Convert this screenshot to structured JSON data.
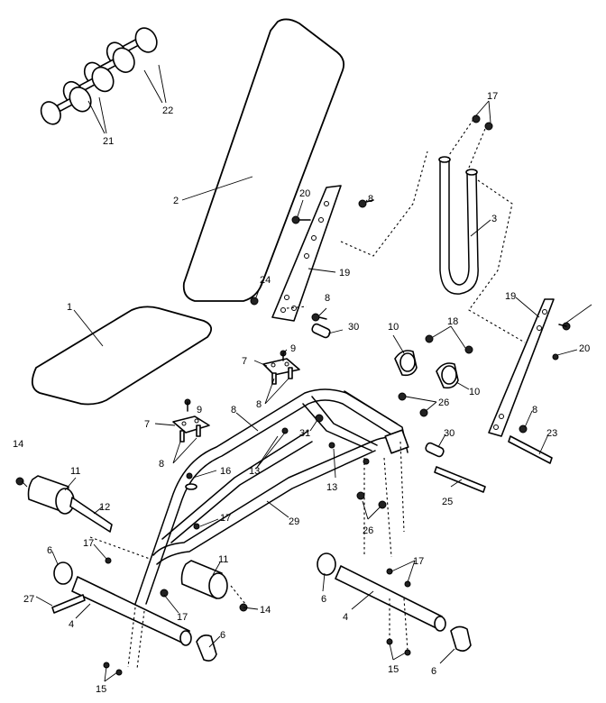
{
  "labels": {
    "l1": "1",
    "l2": "2",
    "l3": "3",
    "l4a": "4",
    "l4b": "4",
    "l6a": "6",
    "l6b": "6",
    "l6c": "6",
    "l6d": "6",
    "l7a": "7",
    "l7b": "7",
    "l8a": "8",
    "l8b": "8",
    "l8c": "8",
    "l8d": "8",
    "l8e": "8",
    "l8f": "8",
    "l9a": "9",
    "l9b": "9",
    "l10a": "10",
    "l10b": "10",
    "l11a": "11",
    "l11b": "11",
    "l12": "12",
    "l13a": "13",
    "l13b": "13",
    "l14a": "14",
    "l14b": "14",
    "l15a": "15",
    "l15b": "15",
    "l16": "16",
    "l17a": "17",
    "l17b": "17",
    "l17c": "17",
    "l17d": "17",
    "l17e": "17",
    "l18": "18",
    "l19a": "19",
    "l19b": "19",
    "l20a": "20",
    "l20b": "20",
    "l21": "21",
    "l22": "22",
    "l23": "23",
    "l24": "24",
    "l25": "25",
    "l26a": "26",
    "l26b": "26",
    "l27": "27",
    "l29": "29",
    "l30a": "30",
    "l30b": "30",
    "l31": "31"
  }
}
